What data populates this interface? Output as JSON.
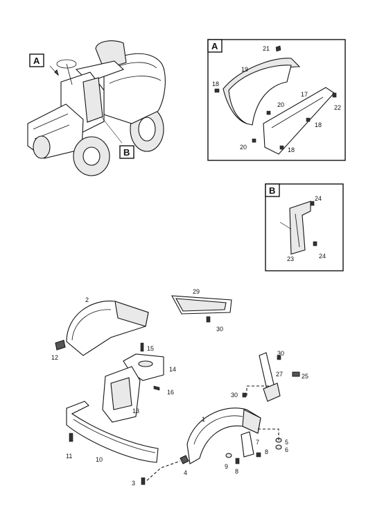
{
  "callouts": {
    "a": "A",
    "b": "B"
  },
  "detail_a": {
    "title": "A",
    "labels": [
      "21",
      "19",
      "18",
      "17",
      "22",
      "20",
      "18",
      "20",
      "18"
    ]
  },
  "detail_b": {
    "title": "B",
    "labels": [
      "24",
      "23",
      "24"
    ]
  },
  "parts": {
    "labels": [
      "2",
      "29",
      "30",
      "12",
      "15",
      "14",
      "16",
      "13",
      "30",
      "27",
      "25",
      "30",
      "1",
      "7",
      "5",
      "6",
      "8",
      "9",
      "8",
      "11",
      "10",
      "3",
      "4"
    ]
  },
  "colors": {
    "ink": "#111111",
    "paper": "#ffffff",
    "shade": "#e9e9e9"
  }
}
